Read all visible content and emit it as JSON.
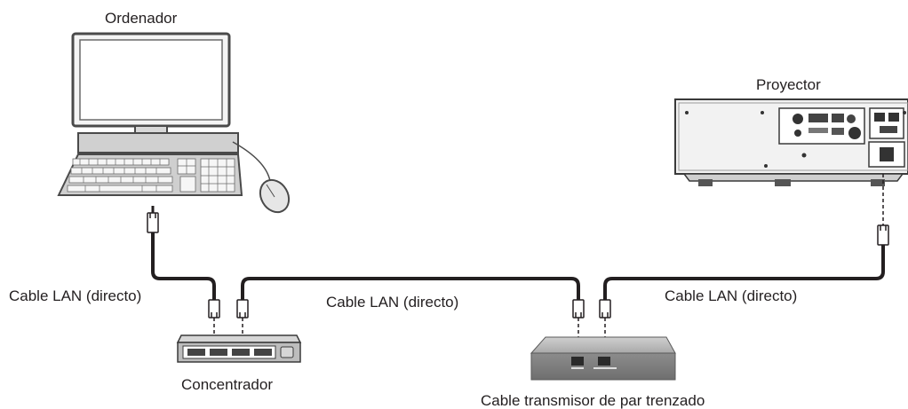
{
  "labels": {
    "computer": "Ordenador",
    "projector": "Proyector",
    "hub": "Concentrador",
    "twisted_pair_transmitter": "Cable transmisor de par trenzado",
    "cable_left": "Cable LAN (directo)",
    "cable_middle": "Cable LAN (directo)",
    "cable_right": "Cable LAN (directo)"
  }
}
